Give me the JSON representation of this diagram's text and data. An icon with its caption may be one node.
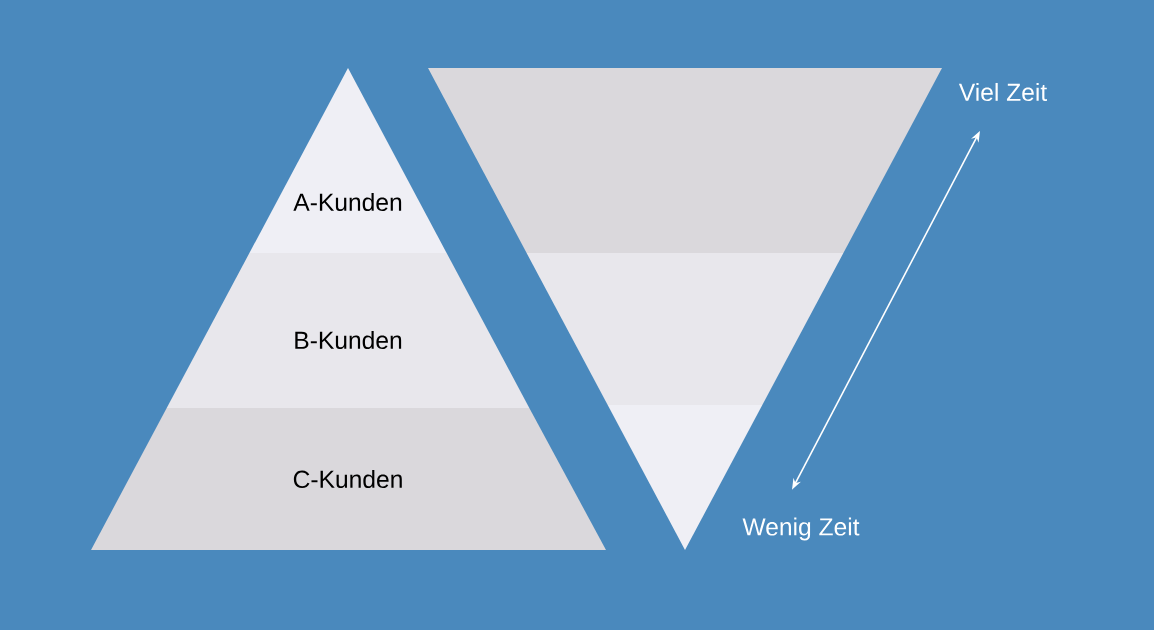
{
  "diagram": {
    "nodes": [
      {
        "text": [
          "A-Kunden"
        ]
      },
      {
        "text": [
          "B-Kunden"
        ]
      },
      {
        "text": [
          "C-Kunden"
        ]
      },
      {
        "text": [],
        "shape": "trapezoid"
      },
      {
        "text": [],
        "shape": "trapezoid"
      },
      {
        "text": [],
        "shape": "triangle"
      },
      {
        "text": [
          "Viel Zeit"
        ]
      },
      {
        "text": [
          "Wenig Zeit"
        ]
      }
    ],
    "edges": [
      {
        "from": 6,
        "to": 7,
        "arrow": "both"
      }
    ]
  }
}
